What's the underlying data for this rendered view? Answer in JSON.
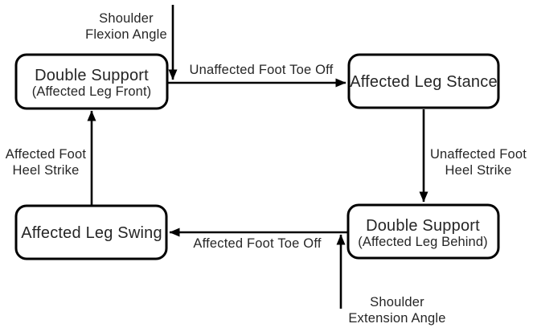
{
  "diagram": {
    "description": "Gait cycle state diagram with four phases and transition events",
    "colors": {
      "background": "#ffffff",
      "line": "#000000",
      "text": "#262626"
    },
    "nodes": [
      {
        "id": "double-support-front",
        "line1": "Double Support",
        "line2": "(Affected Leg Front)"
      },
      {
        "id": "affected-leg-stance",
        "line1": "Affected Leg Stance"
      },
      {
        "id": "affected-leg-swing",
        "line1": "Affected Leg Swing"
      },
      {
        "id": "double-support-behind",
        "line1": "Double Support",
        "line2": "(Affected Leg Behind)"
      }
    ],
    "edges": [
      {
        "id": "unaffected-foot-toe-off",
        "label": "Unaffected Foot Toe Off"
      },
      {
        "id": "unaffected-foot-heel-strike",
        "label_line1": "Unaffected Foot",
        "label_line2": "Heel Strike"
      },
      {
        "id": "affected-foot-toe-off",
        "label": "Affected Foot Toe Off"
      },
      {
        "id": "affected-foot-heel-strike",
        "label_line1": "Affected Foot",
        "label_line2": "Heel Strike"
      }
    ],
    "inputs": [
      {
        "id": "shoulder-flexion-angle",
        "label_line1": "Shoulder",
        "label_line2": "Flexion Angle"
      },
      {
        "id": "shoulder-extension-angle",
        "label_line1": "Shoulder",
        "label_line2": "Extension Angle"
      }
    ]
  }
}
